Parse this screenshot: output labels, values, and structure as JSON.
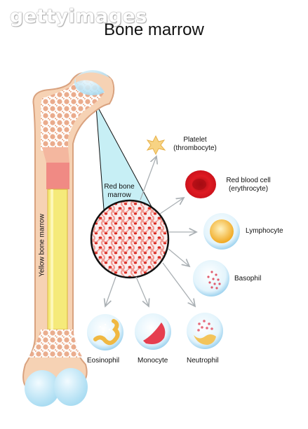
{
  "watermark": "gettyimages",
  "title": "Bone marrow",
  "labels": {
    "yellow_marrow": "Yellow bone marrow",
    "red_marrow_line1": "Red bone",
    "red_marrow_line2": "marrow",
    "platelet_line1": "Platelet",
    "platelet_line2": "(thrombocyte)",
    "rbc_line1": "Red blood cell",
    "rbc_line2": "(erythrocyte)",
    "lymphocyte": "Lymphocyte",
    "basophil": "Basophil",
    "eosinophil": "Eosinophil",
    "monocyte": "Monocyte",
    "neutrophil": "Neutrophil"
  },
  "colors": {
    "bone": "#f6d2b4",
    "bone_outline": "#d9a27f",
    "spongy": "#e9a98a",
    "red_marrow": "#f08a84",
    "yellow_marrow": "#f5ea7a",
    "cartilage": "#c7e6f5",
    "zoom_wedge": "#c4eef4",
    "rbc": "#d8141c",
    "arrow": "#aab0b4"
  }
}
